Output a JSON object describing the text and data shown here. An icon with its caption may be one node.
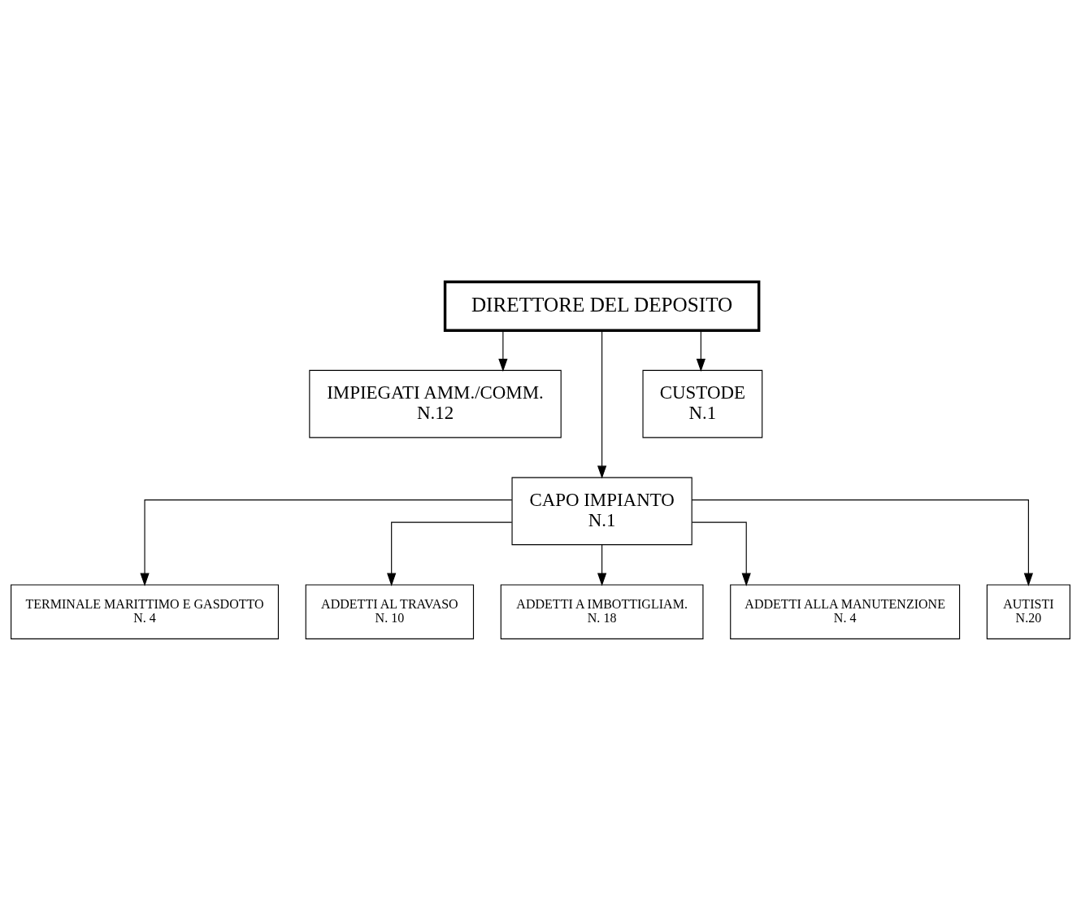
{
  "diagram": {
    "nodes": [
      {
        "text": [
          "DIRETTORE DEL DEPOSITO"
        ]
      },
      {
        "text": [
          "IMPIEGATI AMM./COMM.",
          "N.12"
        ]
      },
      {
        "text": [
          "CAPO IMPIANTO",
          "N.1"
        ]
      },
      {
        "text": [
          "CUSTODE",
          "N.1"
        ]
      },
      {
        "text": [
          "TERMINALE MARITTIMO E GASDOTTO",
          "N. 4"
        ]
      },
      {
        "text": [
          "ADDETTI AL TRAVASO",
          "N. 10"
        ]
      },
      {
        "text": [
          "ADDETTI A IMBOTTIGLIAM.",
          "N. 18"
        ]
      },
      {
        "text": [
          "ADDETTI ALLA MANUTENZIONE",
          "N. 4"
        ]
      },
      {
        "text": [
          "AUTISTI",
          "N.20"
        ]
      }
    ],
    "edges": [
      {
        "from": 0,
        "to": 1,
        "arrow": "to"
      },
      {
        "from": 0,
        "to": 2,
        "arrow": "to"
      },
      {
        "from": 0,
        "to": 3,
        "arrow": "to"
      },
      {
        "from": 2,
        "to": 4,
        "arrow": "to"
      },
      {
        "from": 2,
        "to": 5,
        "arrow": "to"
      },
      {
        "from": 2,
        "to": 6,
        "arrow": "to"
      },
      {
        "from": 2,
        "to": 7,
        "arrow": "to"
      },
      {
        "from": 2,
        "to": 8,
        "arrow": "to"
      }
    ]
  }
}
